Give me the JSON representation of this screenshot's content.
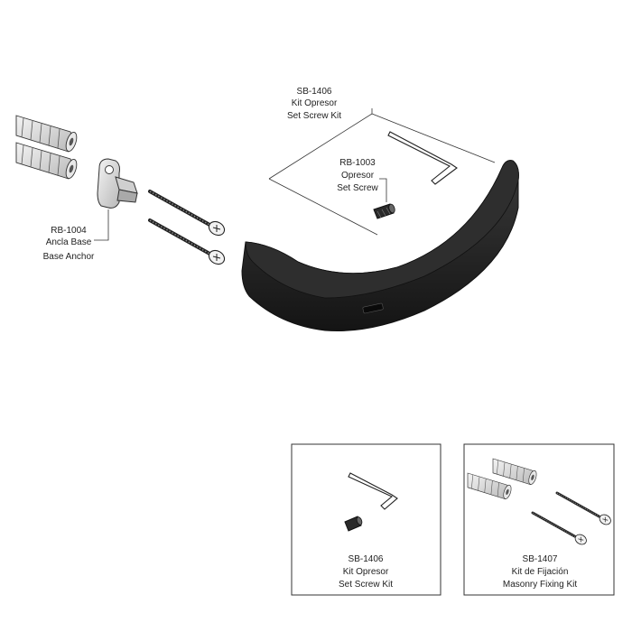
{
  "parts": {
    "base_anchor": {
      "part_no": "RB-1004",
      "name_es": "Ancla Base",
      "name_en": "Base Anchor"
    },
    "set_screw_kit": {
      "part_no": "SB-1406",
      "name_es": "Kit Opresor",
      "name_en": "Set Screw Kit"
    },
    "set_screw": {
      "part_no": "RB-1003",
      "name_es": "Opresor",
      "name_en": "Set Screw"
    }
  },
  "kits": {
    "set_screw_kit": {
      "part_no": "SB-1406",
      "name_es": "Kit Opresor",
      "name_en": "Set Screw Kit"
    },
    "masonry_fixing_kit": {
      "part_no": "SB-1407",
      "name_es": "Kit de Fijación",
      "name_en": "Masonry Fixing Kit"
    }
  },
  "colors": {
    "bumper": "#1c1c1c",
    "outline": "#333333",
    "metal": "#d8d8d8"
  }
}
